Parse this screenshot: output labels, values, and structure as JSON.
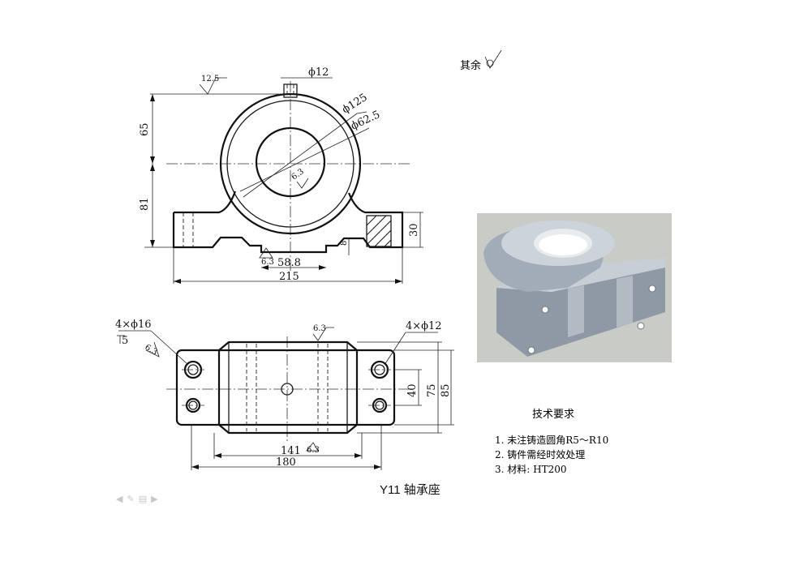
{
  "caption": "Y11 轴承座",
  "other_surfaces": "其余",
  "front_view": {
    "dim_65": "65",
    "dim_81": "81",
    "dim_phi12": "ϕ12",
    "dim_phi125": "ϕ125",
    "dim_phi62_5": "ϕ62.5",
    "dim_58_8": "58.8",
    "dim_215": "215",
    "dim_8": "8",
    "dim_30": "30",
    "rough_12_5": "12.5",
    "rough_6_3_bore": "6.3",
    "rough_6_3_base": "6.3"
  },
  "top_view": {
    "holes_16": "4×ϕ16",
    "depth_5": "5",
    "holes_12": "4×ϕ12",
    "dim_40": "40",
    "dim_75": "75",
    "dim_85": "85",
    "dim_141": "141",
    "dim_180": "180",
    "rough_6_3_top": "6.3",
    "rough_6_3_bottom": "6.3",
    "rough_6_3_left": "6.3"
  },
  "tech_requirements": {
    "title": "技术要求",
    "lines": [
      "1. 未注铸造圆角R5～R10",
      "2. 铸件需经时效处理",
      "3. 材料: HT200"
    ]
  },
  "model_image": {
    "background": "#c9cbc6",
    "body": "#a9b2bd"
  }
}
